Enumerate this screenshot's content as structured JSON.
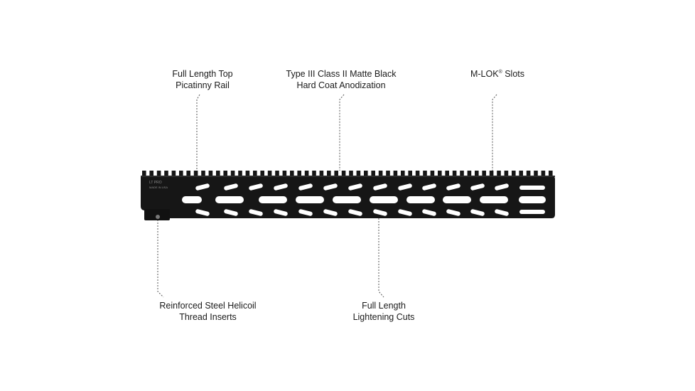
{
  "callouts": {
    "top_rail": {
      "line1": "Full Length Top",
      "line2": "Picatinny Rail"
    },
    "anodization": {
      "line1": "Type III Class II Matte Black",
      "line2": "Hard Coat Anodization"
    },
    "mlok": {
      "text": "M-LOK",
      "mark": "®",
      "suffix": " Slots"
    },
    "helicoil": {
      "line1": "Reinforced Steel Helicoil",
      "line2": "Thread Inserts"
    },
    "lightening": {
      "line1": "Full Length",
      "line2": "Lightening Cuts"
    }
  },
  "product": {
    "engraving_line1": "LT PRO",
    "engraving_line2": "MADE IN USA"
  },
  "colors": {
    "metal": "#161616",
    "leader": "#555555",
    "background": "#ffffff"
  }
}
